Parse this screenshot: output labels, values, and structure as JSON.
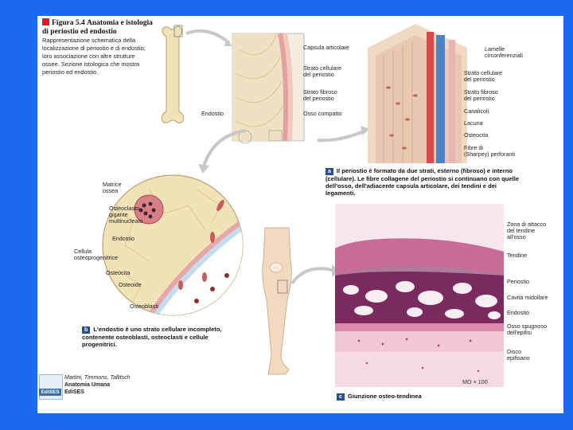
{
  "figure": {
    "number": "Figura 5.4",
    "title": "Anatomia e istologia di periostio ed endostio",
    "description": "Rappresentazione schematica della localizzazione di periostio e di endostio; loro associazione con altre strutture ossee. Sezione istologica che mostra periostio ed endostio."
  },
  "panel_a": {
    "badge": "a",
    "caption": "Il periostio è formato da due strati, esterno (fibroso) e interno (cellulare). Le fibre collagene del periostio si continuano con quelle dell'osso, dell'adiacente capsula articolare, dei tendini e dei legamenti.",
    "labels": {
      "capsula": "Capsula articolare",
      "strato_cellulare_1": "Strato cellulare\ndel periostio",
      "strato_fibroso_1": "Strato fibroso\ndel periostio",
      "osso_compatto": "Osso compatto",
      "endostio": "Endostio",
      "lamelle": "Lamelle\ncirconferenziali",
      "strato_cellulare_2": "Strato cellulare\ndel periostio",
      "strato_fibroso_2": "Strato fibroso\ndel periostio",
      "canalicoli": "Canalicoli",
      "lacuna": "Lacuna",
      "osteocita": "Osteocita",
      "fibre_sharpey": "Fibre di\n(Sharpey) perforanti"
    }
  },
  "panel_b": {
    "badge": "b",
    "caption": "L'endostio è uno strato cellulare incompleto, contenente osteoblasti, osteoclasti e cellule progenitrici.",
    "labels": {
      "matrice": "Matrice\nossea",
      "osteoclasto": "Osteoclasto\ngigante\nmultinucleato",
      "endostio": "Endostio",
      "cellula_osteoprogenitrice": "Cellula\nosteoprogenitrice",
      "osteocita": "Osteocita",
      "osteoide": "Osteoide",
      "osteoblasti": "Osteoblasti"
    }
  },
  "panel_c": {
    "badge": "c",
    "caption": "Giunzione osteo-tendinea",
    "magnification": "MO × 100",
    "labels": {
      "zona_attacco": "Zona di attacco\ndel tendine\nall'osso",
      "tendine": "Tendine",
      "periostio": "Periostio",
      "cavita": "Cavità midollare",
      "endostio": "Endostio",
      "osso_spugnoso": "Osso spugnoso\ndell'epifisi",
      "disco": "Disco\nepifisario"
    }
  },
  "publisher": {
    "authors": "Martini, Timmons, Tallitsch",
    "book": "Anatomia Umana",
    "name": "EdiSES",
    "logo_text": "EdiSES"
  },
  "colors": {
    "background": "#1b6bf2",
    "bone": "#f1e2b8",
    "tissue_pink": "#e8b3b3",
    "histology_purple": "#8b3a70",
    "artery": "#d84a4a",
    "vein": "#4a84c4"
  }
}
